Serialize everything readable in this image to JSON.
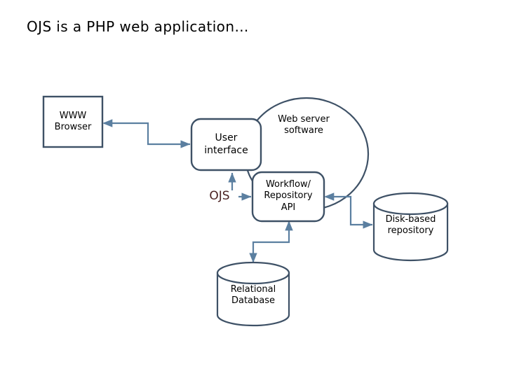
{
  "slide": {
    "title": "OJS is a PHP web application…",
    "background_color": "#ffffff",
    "title_color": "#000000"
  },
  "theme": {
    "shape_stroke": "#3e5166",
    "connector_stroke": "#5b7fa0",
    "shape_fill": "#ffffff",
    "text_color": "#000000",
    "accent_text_color": "#4a2222"
  },
  "diagram": {
    "type": "architecture-block-diagram",
    "nodes": [
      {
        "id": "www-browser",
        "shape": "rectangle",
        "lines": [
          "WWW",
          "Browser"
        ],
        "line1": "WWW",
        "line2": "Browser"
      },
      {
        "id": "user-interface",
        "shape": "rounded-rectangle",
        "lines": [
          "User",
          "interface"
        ],
        "line1": "User",
        "line2": "interface"
      },
      {
        "id": "web-server-software",
        "shape": "ellipse",
        "lines": [
          "Web server",
          "software"
        ],
        "line1": "Web server",
        "line2": "software"
      },
      {
        "id": "workflow-repository-api",
        "shape": "rounded-rectangle",
        "lines": [
          "Workflow/",
          "Repository",
          "API"
        ],
        "line1": "Workflow/",
        "line2": "Repository",
        "line3": "API"
      },
      {
        "id": "disk-based-repository",
        "shape": "cylinder",
        "lines": [
          "Disk-based",
          "repository"
        ],
        "line1": "Disk-based",
        "line2": "repository"
      },
      {
        "id": "relational-database",
        "shape": "cylinder",
        "lines": [
          "Relational",
          "Database"
        ],
        "line1": "Relational",
        "line2": "Database"
      }
    ],
    "annotations": [
      {
        "id": "ojs-label",
        "text": "OJS",
        "color": "#4a2222"
      }
    ],
    "connectors": [
      {
        "id": "browser-to-ui",
        "from": "www-browser",
        "to": "user-interface",
        "style": "elbow",
        "arrows": "both"
      },
      {
        "id": "ojs-to-ui",
        "from": "ojs-label",
        "to": "user-interface",
        "style": "straight",
        "arrows": "end"
      },
      {
        "id": "ojs-to-api",
        "from": "ojs-label",
        "to": "workflow-repository-api",
        "style": "straight",
        "arrows": "end"
      },
      {
        "id": "api-to-disk",
        "from": "workflow-repository-api",
        "to": "disk-based-repository",
        "style": "elbow",
        "arrows": "both"
      },
      {
        "id": "api-to-database",
        "from": "workflow-repository-api",
        "to": "relational-database",
        "style": "elbow",
        "arrows": "both"
      }
    ]
  }
}
